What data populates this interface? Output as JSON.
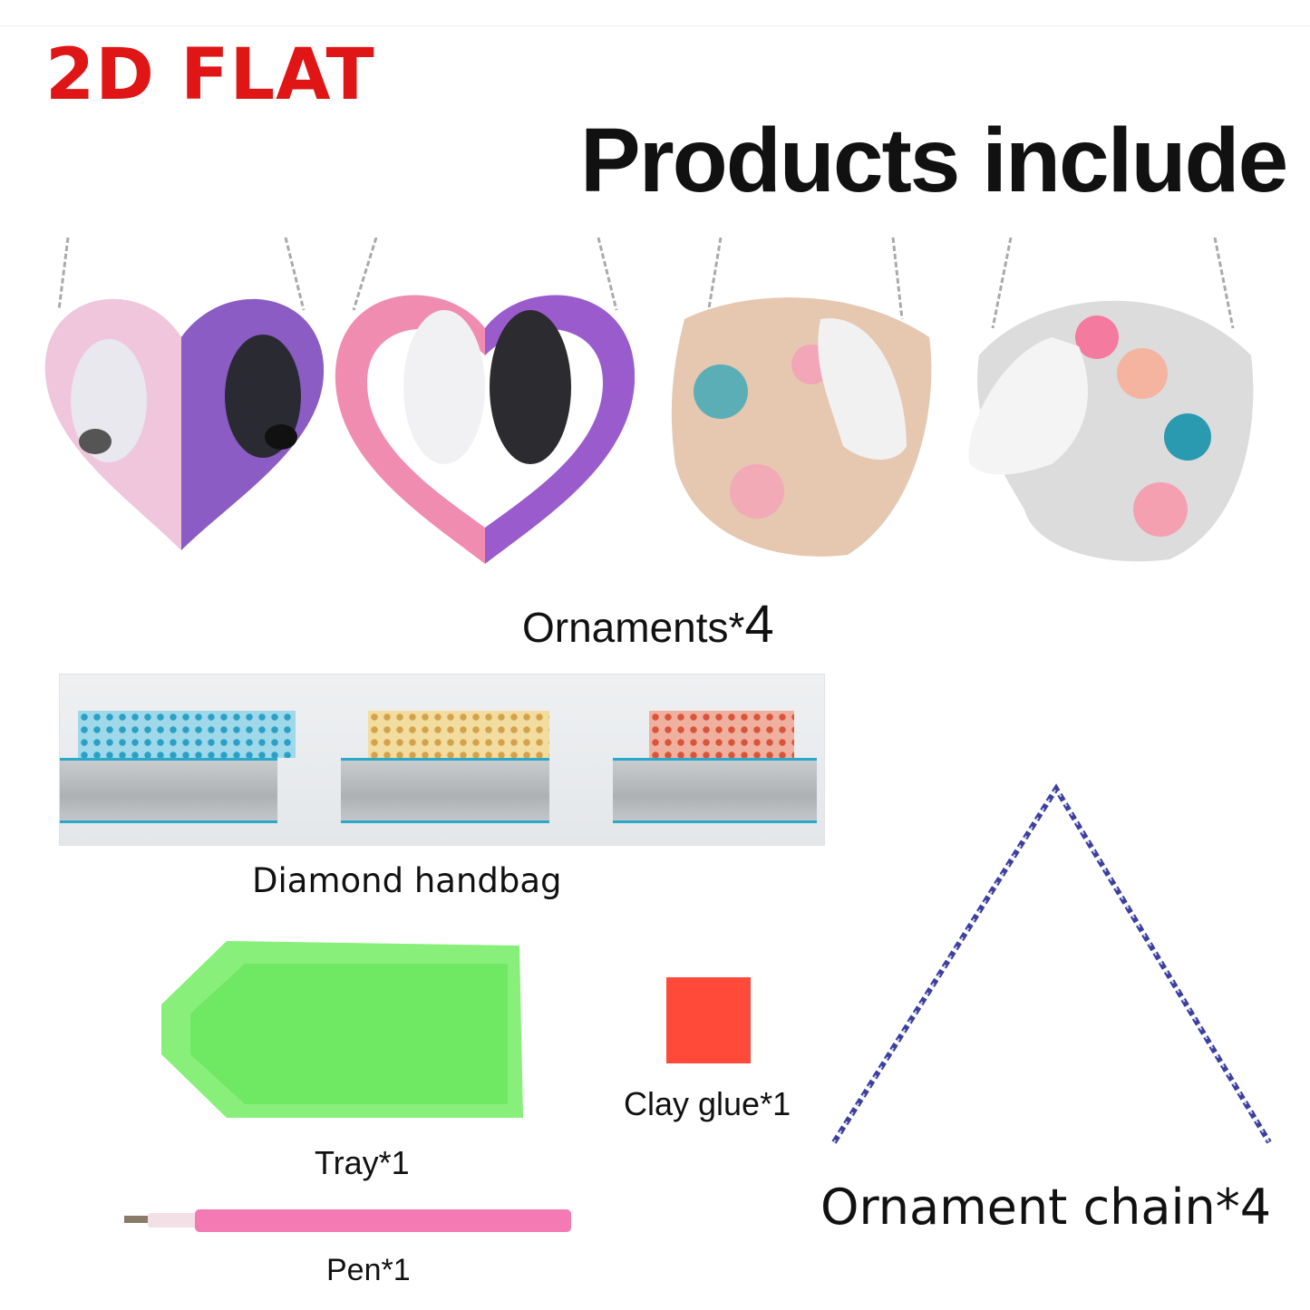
{
  "header": {
    "badge": "2D FLAT",
    "title": "Products include",
    "badge_color": "#e01515"
  },
  "ornaments": {
    "label": "Ornaments*",
    "quantity": "4",
    "items": [
      {
        "name": "heart-white-and-black-horse-pink-purple"
      },
      {
        "name": "heart-white-and-black-horse-kissing"
      },
      {
        "name": "white-horse-floral-mane-left"
      },
      {
        "name": "white-horse-floral-mane-right"
      }
    ]
  },
  "diamond_bag": {
    "label": "Diamond handbag",
    "pockets": [
      {
        "gem_color": "#2aa0c8"
      },
      {
        "gem_color": "#d4a24a"
      },
      {
        "gem_color": "#d9553a"
      }
    ]
  },
  "tray": {
    "label": "Tray*1",
    "color": "#7cf06a"
  },
  "clay": {
    "label": "Clay glue*1",
    "color": "#ff4a3a"
  },
  "pen": {
    "label": "Pen*1",
    "color": "#f47ab4"
  },
  "chain": {
    "label": "Ornament chain*4",
    "color": "#3a3fa0"
  }
}
